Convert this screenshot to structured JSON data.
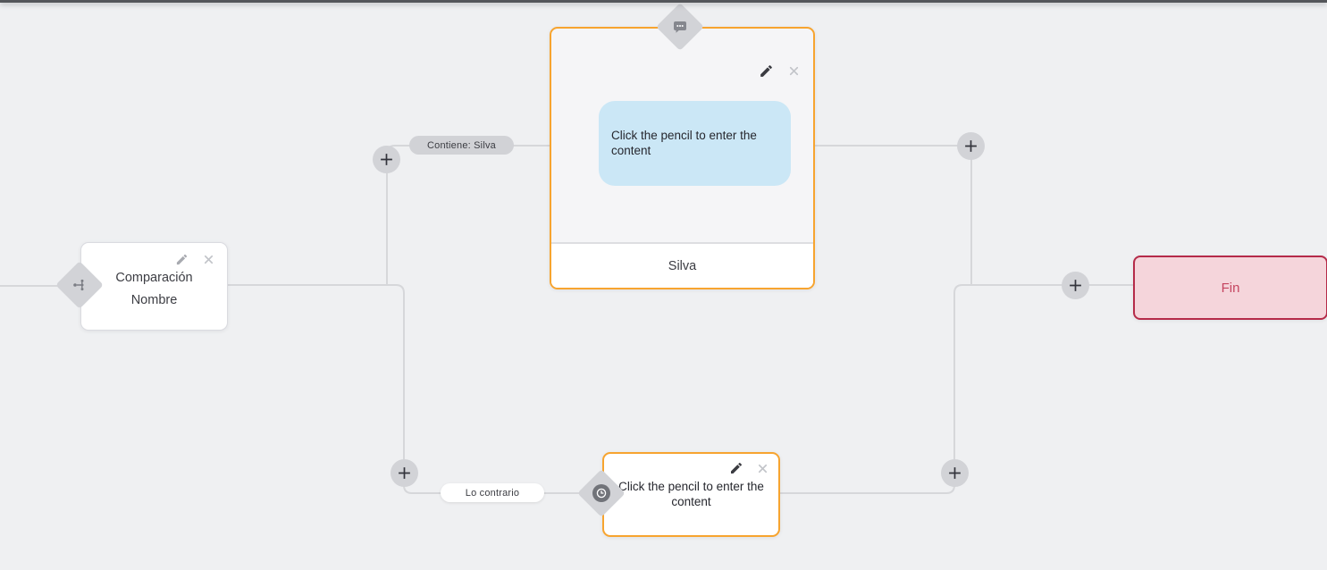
{
  "edge_labels": [
    {
      "label": "Contiene: Silva"
    },
    {
      "label": "Lo contrario"
    }
  ],
  "nodes": {
    "condition": {
      "title": "Comparación",
      "subtitle": "Nombre"
    },
    "message": {
      "bubble_text": "Click the pencil to enter the content",
      "footer_label": "Silva"
    },
    "timeout": {
      "placeholder_text": "Click the pencil to enter the content"
    },
    "end": {
      "label": "Fin"
    }
  },
  "icons": {
    "condition_badge": "branch-icon",
    "message_badge": "chat-bubble-icon",
    "timeout_badge": "clock-icon",
    "node_action_edit": "pencil-icon",
    "node_action_delete": "delete-icon",
    "connector_button": "plus-icon"
  },
  "colors": {
    "canvas_bg": "#EFF0F2",
    "accent_orange": "#F7A42F",
    "bubble_blue": "#CBE7F6",
    "end_bg": "#F5D5DB",
    "end_border": "#B52B49",
    "end_text": "#C54560",
    "connector_gray": "#D6D7DA",
    "pill_gray": "#D1D2D6"
  }
}
